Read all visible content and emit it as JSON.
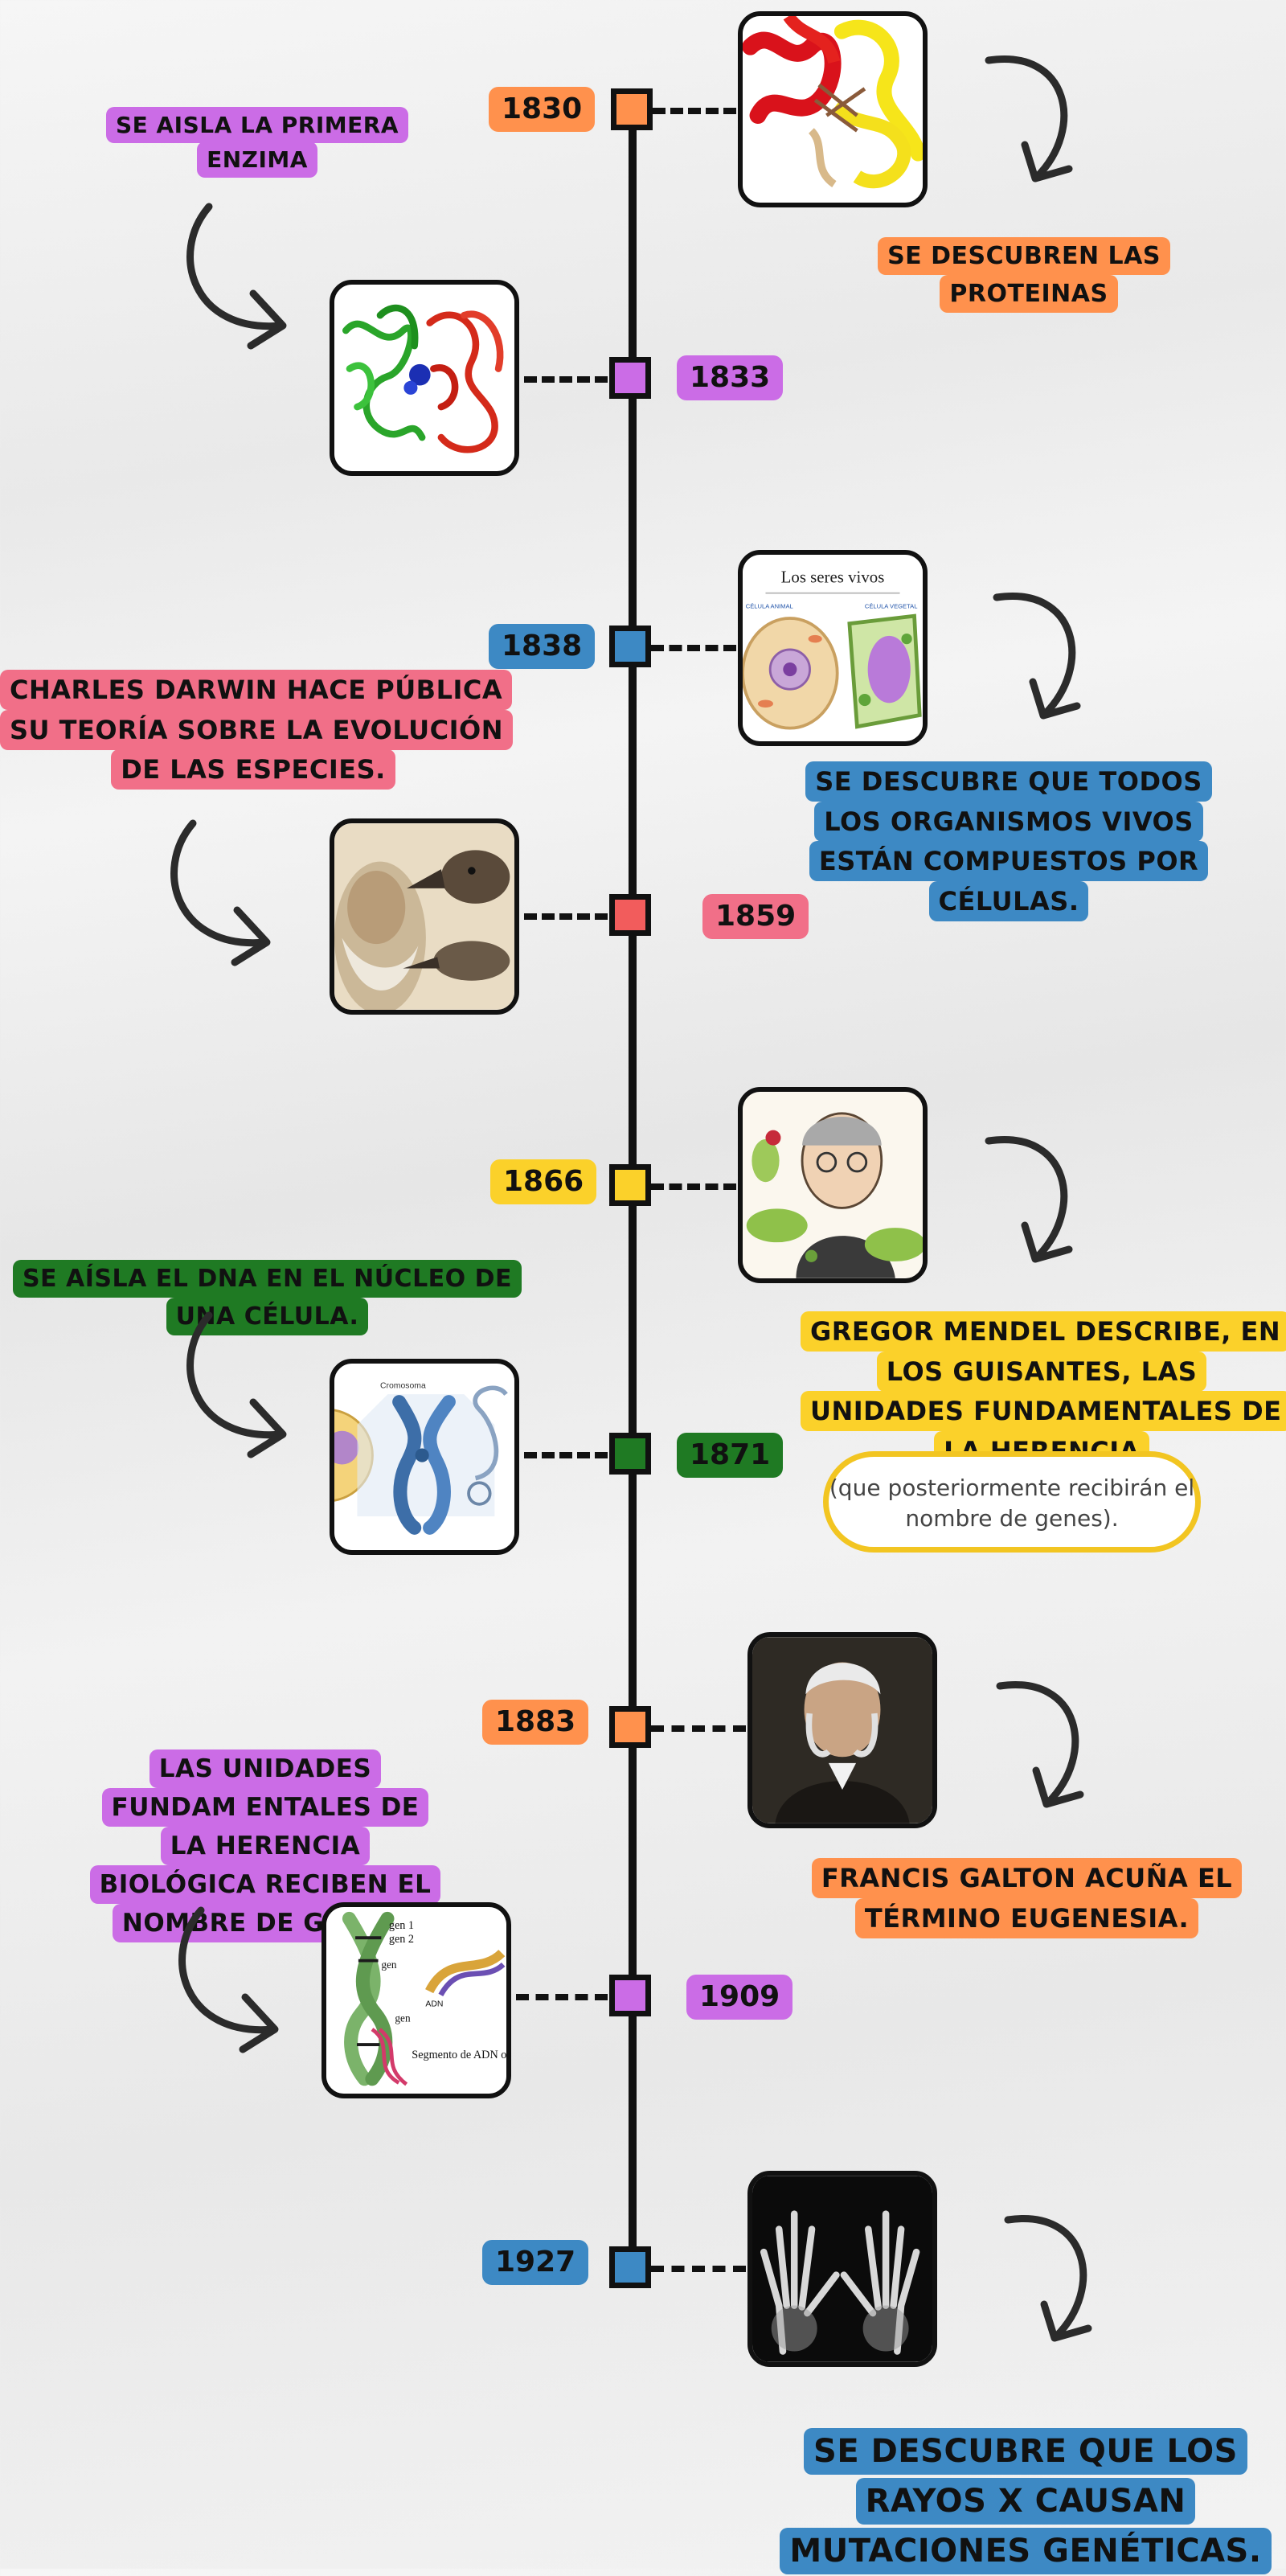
{
  "colors": {
    "orange": "#ff914d",
    "purple": "#cb6ce6",
    "blue": "#3d89c4",
    "pink": "#f16f88",
    "yellow": "#fbd12a",
    "green": "#1f7a23",
    "red_node": "#f25c5c"
  },
  "events": [
    {
      "year": "1830",
      "label": "SE DESCUBREN LAS PROTEINAS",
      "color": "orange",
      "image": "protein-structure-image"
    },
    {
      "year": "1833",
      "label": "SE AISLA LA PRIMERA ENZIMA",
      "color": "purple",
      "image": "enzyme-structure-image"
    },
    {
      "year": "1838",
      "label": "SE DESCUBRE QUE TODOS LOS ORGANISMOS VIVOS ESTÁN COMPUESTOS POR CÉLULAS.",
      "color": "blue",
      "image": "cells-diagram-image",
      "image_title": "Los seres vivos",
      "image_labels": [
        "CÉLULA ANIMAL",
        "CÉLULA VEGETAL"
      ]
    },
    {
      "year": "1859",
      "label": "CHARLES DARWIN HACE PÚBLICA SU TEORÍA SOBRE LA EVOLUCIÓN DE LAS ESPECIES.",
      "color": "pink",
      "image": "darwin-finches-image"
    },
    {
      "year": "1866",
      "label": "GREGOR MENDEL DESCRIBE, EN LOS GUISANTES, LAS UNIDADES FUNDAMENTALES DE LA HERENCIA",
      "color": "yellow",
      "image": "mendel-portrait-image",
      "note": "(que posteriormente recibirán el nombre de genes)."
    },
    {
      "year": "1871",
      "label": "SE AÍSLA EL DNA EN EL NÚCLEO DE UNA CÉLULA.",
      "color": "green",
      "image": "chromosome-image",
      "image_labels": [
        "Cromosoma"
      ]
    },
    {
      "year": "1883",
      "label": "FRANCIS GALTON ACUÑA EL TÉRMINO EUGENESIA.",
      "color": "orange",
      "image": "galton-portrait-image"
    },
    {
      "year": "1909",
      "label": "LAS UNIDADES FUNDAM ENTALES DE LA HERENCIA BIOLÓGICA RECIBEN EL NOMBRE DE GENES.",
      "color": "purple",
      "image": "genes-diagram-image",
      "image_labels": [
        "gen 1",
        "gen 2",
        "gen",
        "gen",
        "ADN",
        "Segmento de ADN o gen"
      ]
    },
    {
      "year": "1927",
      "label": "SE DESCUBRE QUE LOS RAYOS X CAUSAN MUTACIONES GENÉTICAS.",
      "color": "blue",
      "image": "xray-hands-image"
    }
  ]
}
